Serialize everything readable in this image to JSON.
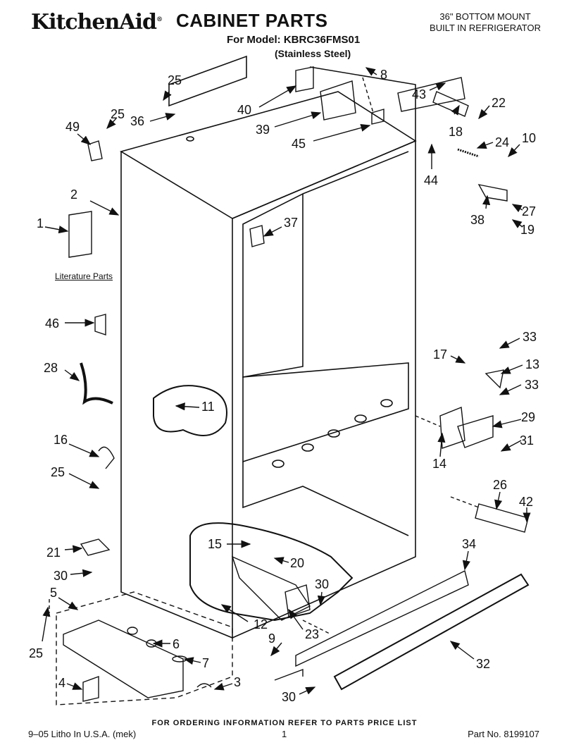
{
  "header": {
    "brand": "KitchenAid",
    "title": "CABINET PARTS",
    "model_line": "For Model: KBRC36FMS01",
    "finish_line": "(Stainless Steel)",
    "product_line1": "36\" BOTTOM MOUNT",
    "product_line2": "BUILT IN REFRIGERATOR"
  },
  "diagram": {
    "literature_label": "Literature Parts",
    "callouts": [
      "25",
      "8",
      "40",
      "43",
      "22",
      "36",
      "25",
      "49",
      "39",
      "45",
      "18",
      "44",
      "24",
      "10",
      "2",
      "38",
      "27",
      "1",
      "37",
      "19",
      "46",
      "33",
      "17",
      "28",
      "13",
      "11",
      "33",
      "29",
      "16",
      "14",
      "31",
      "25",
      "26",
      "42",
      "21",
      "15",
      "20",
      "34",
      "30",
      "30",
      "5",
      "12",
      "23",
      "9",
      "6",
      "7",
      "32",
      "25",
      "4",
      "3",
      "30"
    ]
  },
  "footer": {
    "ordering_note": "FOR ORDERING INFORMATION REFER TO PARTS PRICE LIST",
    "litho": "9–05 Litho In U.S.A. (mek)",
    "page": "1",
    "part_no": "Part No. 8199107"
  }
}
